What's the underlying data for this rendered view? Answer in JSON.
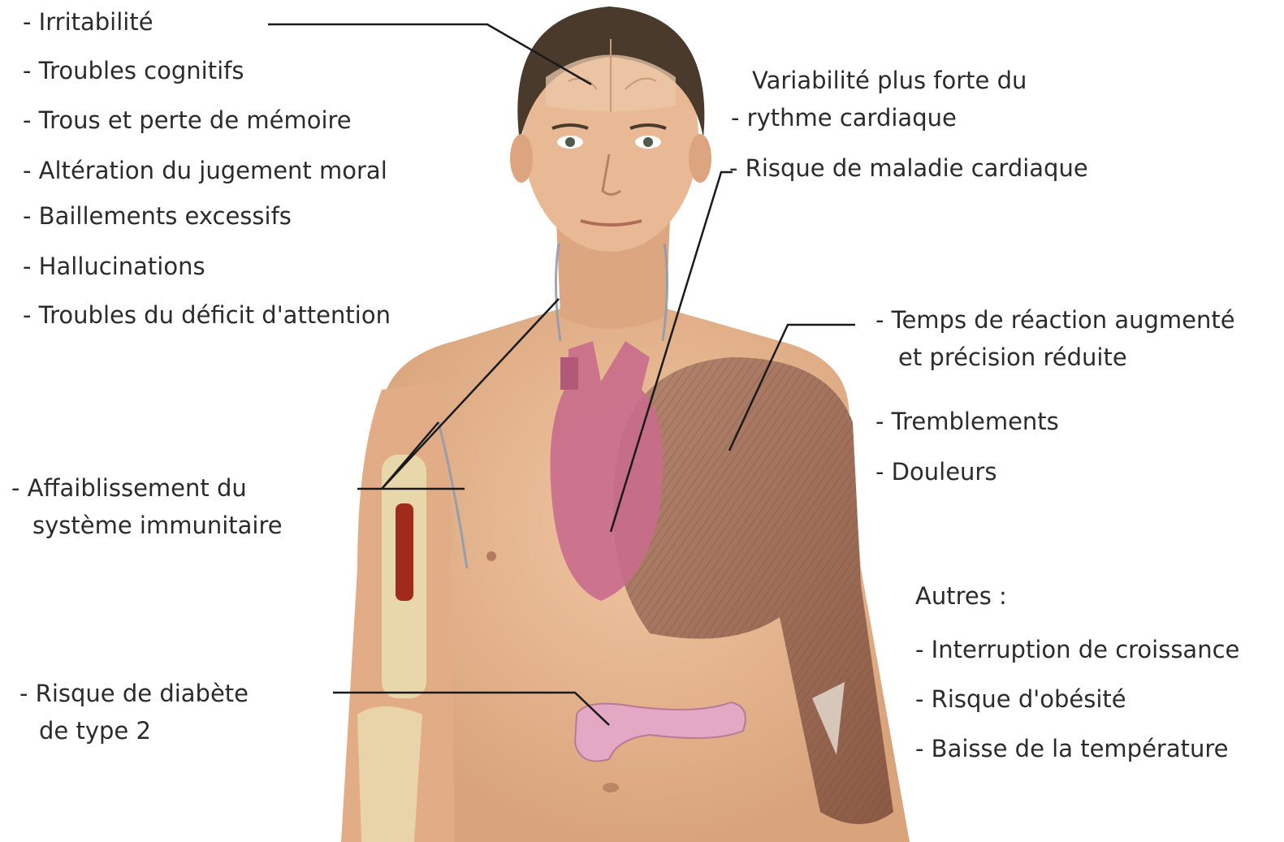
{
  "labels": {
    "irritabilite": "- Irritabilité",
    "troubles_cognitifs": "- Troubles cognitifs",
    "trous_memoire": "- Trous et perte de mémoire",
    "jugement_moral": "- Altération du jugement moral",
    "baillements": "- Baillements excessifs",
    "hallucinations": "- Hallucinations",
    "deficit_attention": "- Troubles du déficit d'attention",
    "variabilite_1": "Variabilité plus forte du",
    "variabilite_2": "- rythme cardiaque",
    "maladie_cardiaque": "- Risque de maladie cardiaque",
    "temps_reaction_1": "- Temps de réaction augmenté",
    "temps_reaction_2": "et précision réduite",
    "tremblements": "- Tremblements",
    "douleurs": "- Douleurs",
    "immunitaire_1": "- Affaiblissement du",
    "immunitaire_2": "système immunitaire",
    "autres": "Autres :",
    "croissance": "- Interruption de croissance",
    "obesite": "- Risque d'obésité",
    "temperature": "- Baisse de la température",
    "diabete_1": "- Risque de diabète",
    "diabete_2": "de type 2"
  },
  "colors": {
    "text": "#2b2b2b",
    "leader_line": "#1a1a1a",
    "skin": "#e6b690",
    "hair": "#4a3a2c",
    "muscle": "#9b6a55",
    "heart": "#c96c8c",
    "pancreas": "#e3a8c4",
    "bone": "#eadbb0",
    "marrow": "#a02a1c",
    "brain": "#e9c8a8"
  },
  "icons": [
    "human-body-figure",
    "brain-icon",
    "heart-icon",
    "muscle-icon",
    "pancreas-icon",
    "bone-icon",
    "lymph-node-icon"
  ]
}
